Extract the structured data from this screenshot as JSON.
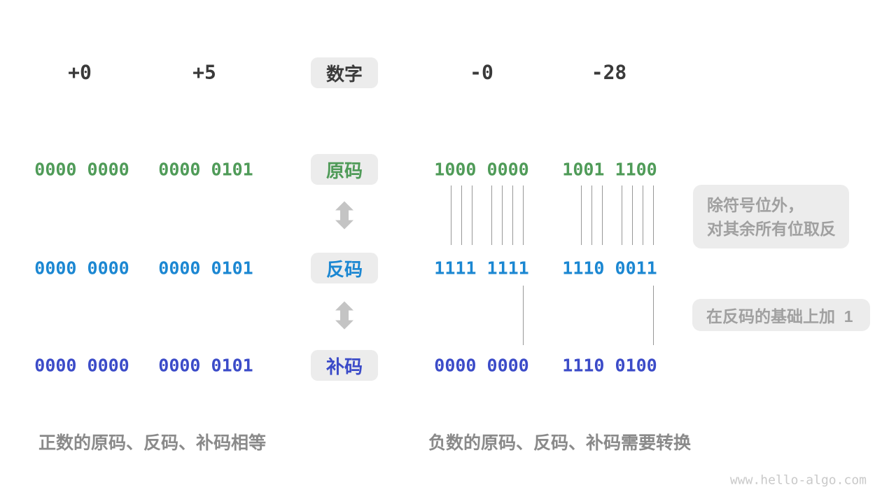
{
  "header": {
    "positive": [
      "+0",
      "+5"
    ],
    "label": "数字",
    "negative": [
      "-0",
      "-28"
    ]
  },
  "rows": {
    "sign_magnitude": {
      "label": "原码",
      "color": "#4F9B58",
      "values": [
        "0000 0000",
        "0000 0101",
        "1000 0000",
        "1001 1100"
      ]
    },
    "ones_complement": {
      "label": "反码",
      "color": "#1B87D2",
      "values": [
        "0000 0000",
        "0000 0101",
        "1111 1111",
        "1110 0011"
      ]
    },
    "twos_complement": {
      "label": "补码",
      "color": "#3B4BC8",
      "values": [
        "0000 0000",
        "0000 0101",
        "0000 0000",
        "1110 0100"
      ]
    }
  },
  "annotations": {
    "invert_line1": "除符号位外，",
    "invert_line2": "对其余所有位取反",
    "add_one": "在反码的基础上加  1"
  },
  "captions": {
    "positive": "正数的原码、反码、补码相等",
    "negative": "负数的原码、反码、补码需要转换"
  },
  "watermark": "www.hello-algo.com",
  "colors": {
    "sign_magnitude_green": "#4F9B58",
    "ones_complement_blue": "#1B87D2",
    "twos_complement_indigo": "#3B4BC8",
    "label_box_background": "#ECECEC",
    "annotation_text": "#A0A0A0",
    "caption_text": "#8A8A8A",
    "header_text": "#3A3A3A",
    "arrow_gray": "#C4C4C4",
    "guide_line": "#979797",
    "watermark_text": "#C9C9C9"
  }
}
